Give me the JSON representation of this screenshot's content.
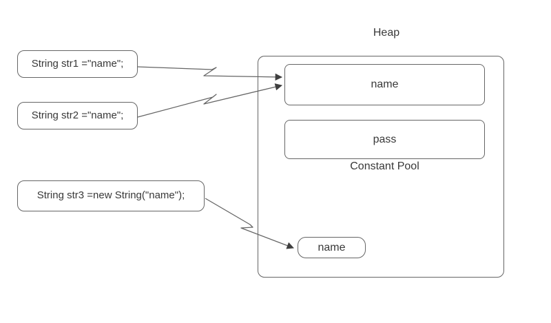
{
  "colors": {
    "stroke": "#646464",
    "arrow_head": "#3f3f3f",
    "text": "#383838",
    "background": "#ffffff"
  },
  "labels": {
    "heap": "Heap",
    "constant_pool": "Constant Pool"
  },
  "declarations": {
    "str1": "String str1 =\"name\";",
    "str2": "String str2 =\"name\";",
    "str3": "String str3 =new String(\"name\");"
  },
  "pool": {
    "name": "name",
    "pass": "pass"
  },
  "heap_object": {
    "name": "name"
  }
}
